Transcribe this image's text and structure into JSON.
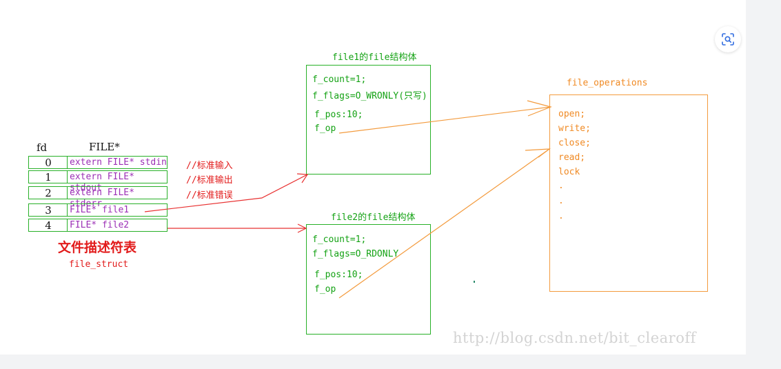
{
  "fd_table": {
    "header_fd": "fd",
    "header_file": "FILE*",
    "rows": [
      {
        "fd": "0",
        "entry": "extern FILE* stdin",
        "comment": "//标准输入"
      },
      {
        "fd": "1",
        "entry": "extern FILE* stdout",
        "comment": "//标准输出"
      },
      {
        "fd": "2",
        "entry": "extern FILE* stderr",
        "comment": "//标准错误"
      },
      {
        "fd": "3",
        "entry": "FILE*  file1",
        "comment": ""
      },
      {
        "fd": "4",
        "entry": "FILE*  file2",
        "comment": ""
      }
    ],
    "title": "文件描述符表",
    "subtitle": "file_struct"
  },
  "file1_struct": {
    "title": "file1的file结构体",
    "f_count": "f_count=1;",
    "f_flags": "f_flags=O_WRONLY(只写)",
    "f_pos": "f_pos:10;",
    "f_op": "f_op"
  },
  "file2_struct": {
    "title": "file2的file结构体",
    "f_count": "f_count=1;",
    "f_flags": "f_flags=O_RDONLY",
    "f_pos": "f_pos:10;",
    "f_op": "f_op"
  },
  "file_operations": {
    "title": "file_operations",
    "items": [
      "open;",
      "write;",
      "close;",
      "read;",
      "lock",
      ".",
      ".",
      "."
    ]
  },
  "watermark": "http://blog.csdn.net/bit_clearoff",
  "colors": {
    "green": "#14a214",
    "purple": "#9b2fb5",
    "red": "#e21b1b",
    "orange": "#f08a24"
  },
  "scan_button_icon": "scan-icon"
}
